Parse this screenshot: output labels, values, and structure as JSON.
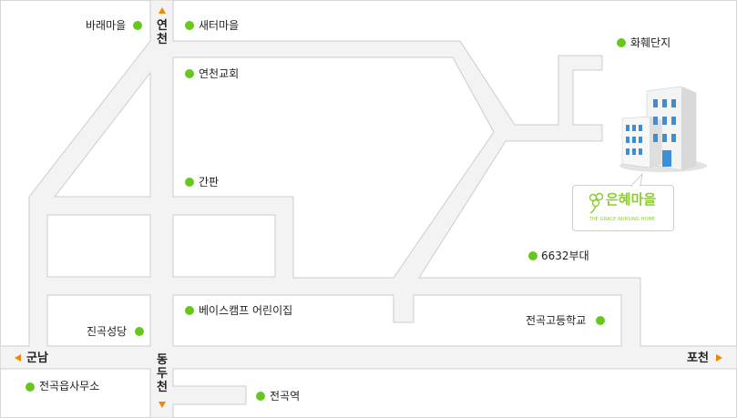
{
  "colors": {
    "road": "#f3f3f3",
    "road_border": "#cccccc",
    "marker": "#66c81e",
    "direction_arrow": "#ee8800",
    "logo": "#8ccc2e"
  },
  "directions": {
    "north": "연천",
    "south": "동두천",
    "west": "군남",
    "east": "포천"
  },
  "places": [
    {
      "id": "baraemaeul",
      "label": "바래마을"
    },
    {
      "id": "saeteomaeul",
      "label": "새터마을"
    },
    {
      "id": "yeoncheon-church",
      "label": "연천교회"
    },
    {
      "id": "hwahwe-complex",
      "label": "화훼단지"
    },
    {
      "id": "ganpan",
      "label": "간판"
    },
    {
      "id": "unit-6632",
      "label": "6632부대"
    },
    {
      "id": "base-camp-daycare",
      "label": "베이스캠프 어린이집"
    },
    {
      "id": "jingok-cathedral",
      "label": "진곡성당"
    },
    {
      "id": "jeongok-high-school",
      "label": "전곡고등학교"
    },
    {
      "id": "jeongok-town-office",
      "label": "전곡읍사무소"
    },
    {
      "id": "jeongok-station",
      "label": "전곡역"
    }
  ],
  "destination": {
    "name": "은혜마을",
    "subtitle": "THE GRACE NURSING HOME",
    "icon": "building-icon",
    "logo_icon": "clover-logo-icon"
  }
}
